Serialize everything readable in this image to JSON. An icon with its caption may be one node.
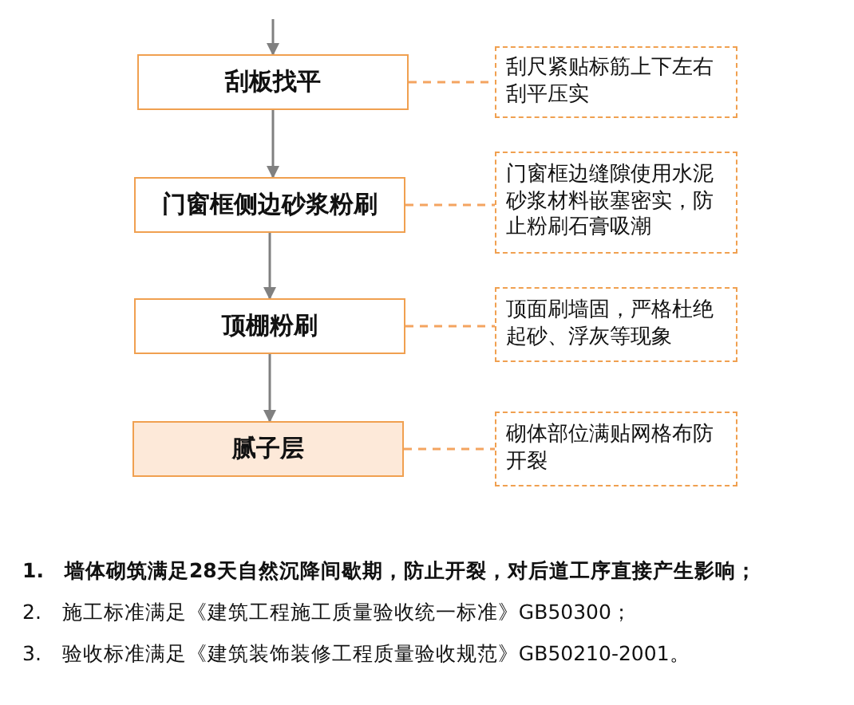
{
  "diagram": {
    "nodes": [
      {
        "text": [
          "刮板找平"
        ]
      },
      {
        "text": [
          "刮尺紧贴标筋上下左右刮平压实"
        ]
      },
      {
        "text": [
          "门窗框侧边砂浆粉刷"
        ]
      },
      {
        "text": [
          "门窗框边缝隙使用水泥砂浆材料嵌塞密实，防止粉刷石膏吸潮"
        ]
      },
      {
        "text": [
          "顶棚粉刷"
        ]
      },
      {
        "text": [
          "顶面刷墙固，严格杜绝起砂、浮灰等现象"
        ]
      },
      {
        "text": [
          "腻子层"
        ]
      },
      {
        "text": [
          "砌体部位满贴网格布防开裂"
        ]
      }
    ],
    "edges": [
      {
        "from": null,
        "to": 0,
        "arrow": "to"
      },
      {
        "from": 0,
        "to": 2,
        "arrow": "to"
      },
      {
        "from": 2,
        "to": 4,
        "arrow": "to"
      },
      {
        "from": 4,
        "to": 6,
        "arrow": "to"
      },
      {
        "from": 0,
        "to": 1,
        "arrow": "none",
        "style": "dashed",
        "color": "#f4a460"
      },
      {
        "from": 2,
        "to": 3,
        "arrow": "none",
        "style": "dashed",
        "color": "#f4a460"
      },
      {
        "from": 4,
        "to": 5,
        "arrow": "none",
        "style": "dashed",
        "color": "#f4a460"
      },
      {
        "from": 6,
        "to": 7,
        "arrow": "none",
        "style": "dashed",
        "color": "#f4a460"
      }
    ],
    "labels": [
      "1.　墙体砌筑满足28天自然沉降间歇期，防止开裂，对后道工序直接产生影响；",
      "2.　施工标准满足《建筑工程施工质量验收统一标准》GB50300；",
      "3.　验收标准满足《建筑装饰装修工程质量验收规范》GB50210-2001。"
    ]
  }
}
